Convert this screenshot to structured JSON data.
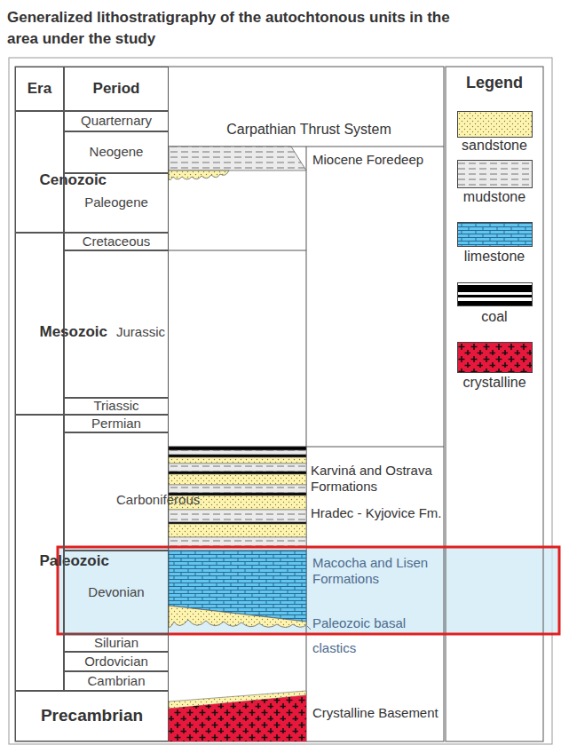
{
  "diagram": {
    "title": "Generalized lithostratigraphy of the autochtonous units in the area under the study",
    "nodes": [
      {
        "text": [
          "Era"
        ]
      },
      {
        "text": [
          "Period"
        ]
      },
      {
        "text": [
          "Cenozoic"
        ]
      },
      {
        "text": [
          "Quarternary"
        ]
      },
      {
        "text": [
          "Neogene"
        ]
      },
      {
        "text": [
          "Paleogene"
        ]
      },
      {
        "text": [
          "Mesozoic"
        ]
      },
      {
        "text": [
          "Cretaceous"
        ]
      },
      {
        "text": [
          "Jurassic"
        ]
      },
      {
        "text": [
          "Triassic"
        ]
      },
      {
        "text": [
          "Paleozoic"
        ]
      },
      {
        "text": [
          "Permian"
        ]
      },
      {
        "text": [
          "Carboniferous"
        ]
      },
      {
        "text": [
          "Devonian"
        ]
      },
      {
        "text": [
          "Silurian"
        ]
      },
      {
        "text": [
          "Ordovician"
        ]
      },
      {
        "text": [
          "Cambrian"
        ]
      },
      {
        "text": [
          "Precambrian"
        ]
      }
    ],
    "labels": [
      "Carpathian Thrust System",
      "Miocene Foredeep",
      "Karviná and Ostrava Formations",
      "Hradec - Kyjovice Fm.",
      "Macocha and Lisen Formations",
      "Paleozoic basal clastics",
      "Crystalline Basement",
      "Legend"
    ],
    "legend": [
      {
        "text": "sandstone",
        "color": "#fcf4b0"
      },
      {
        "text": "mudstone",
        "color": "#ebebeb"
      },
      {
        "text": "limestone",
        "color": "#62c6ee"
      },
      {
        "text": "coal"
      },
      {
        "text": "crystalline",
        "color": "#e8183c"
      }
    ]
  }
}
